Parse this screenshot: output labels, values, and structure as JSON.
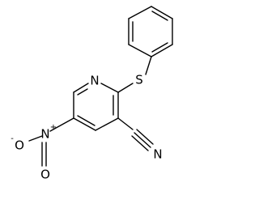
{
  "molecule": {
    "atoms": {
      "pyridine_n": "N",
      "sulfur": "S",
      "nitro_n": "N",
      "nitro_n_charge": "+",
      "nitro_o_top": "O",
      "nitro_o_top_charge": "-",
      "nitro_o_bottom": "O",
      "nitrile_n": "N"
    }
  }
}
